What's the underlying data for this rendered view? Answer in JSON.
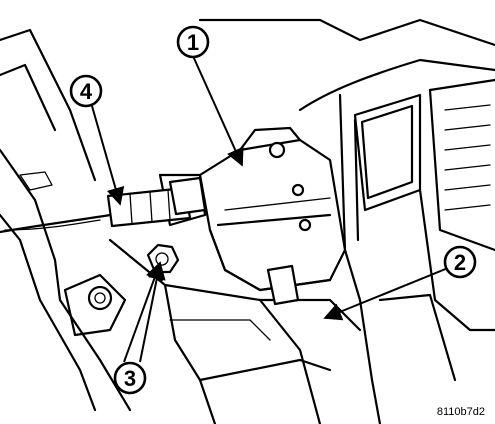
{
  "figure": {
    "callouts": [
      {
        "id": "1",
        "label": "1"
      },
      {
        "id": "2",
        "label": "2"
      },
      {
        "id": "3",
        "label": "3"
      },
      {
        "id": "4",
        "label": "4"
      }
    ],
    "code": "8110b7d2"
  }
}
